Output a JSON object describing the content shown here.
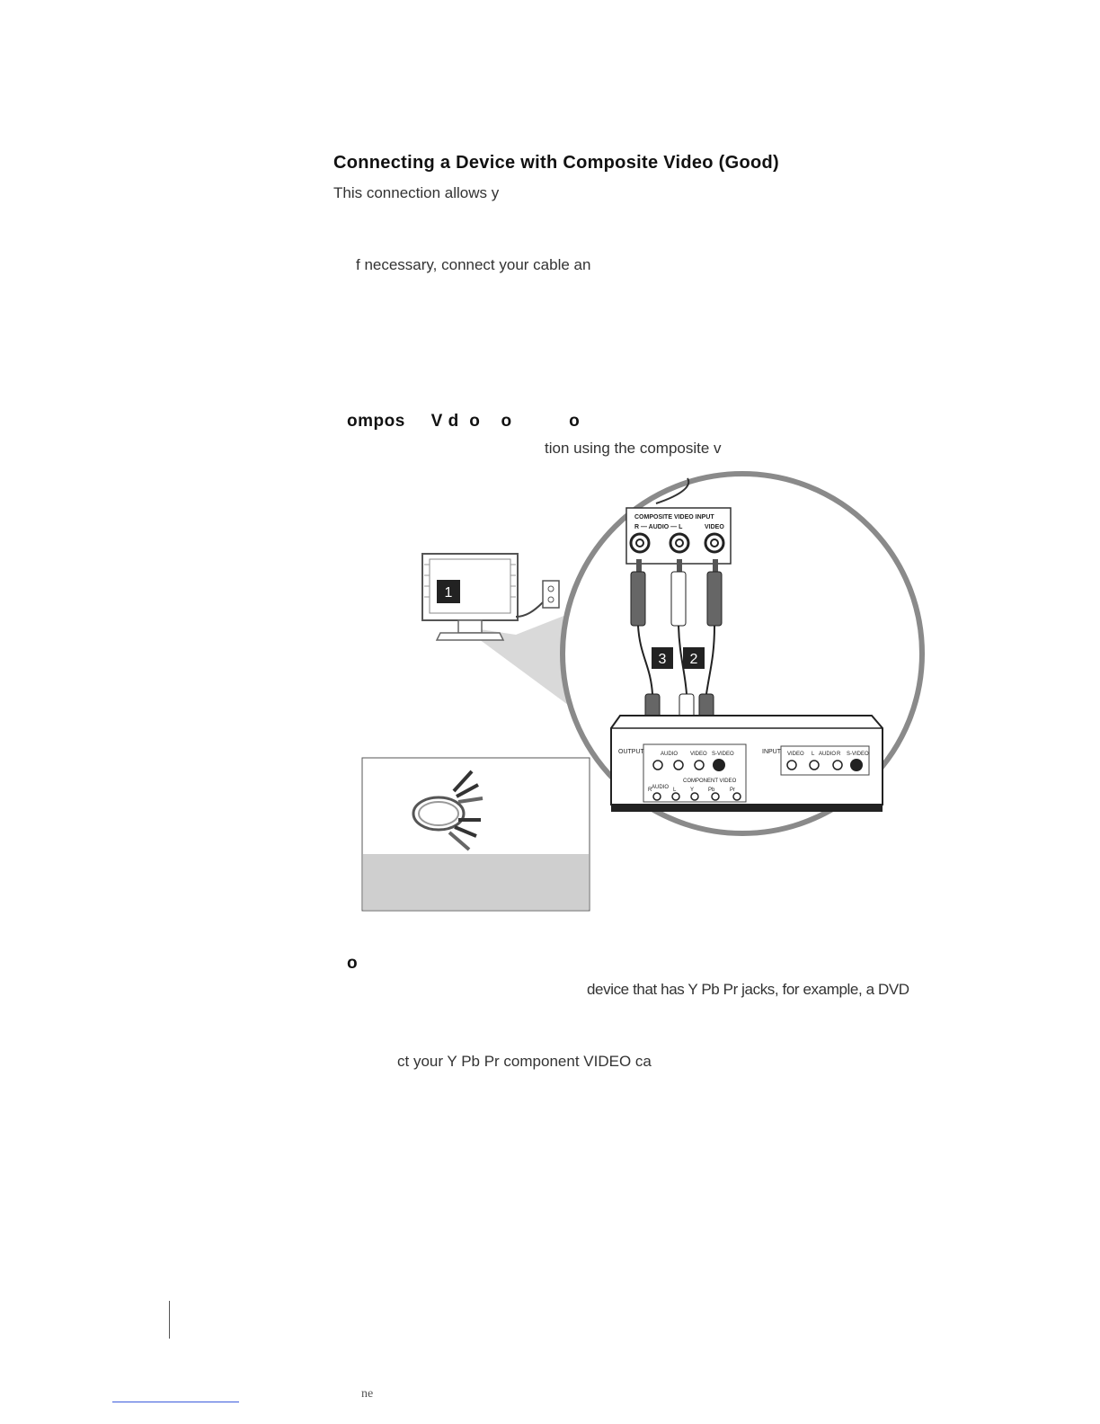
{
  "heading": "Connecting a Device with Composite Video (Good)",
  "intro_fragment": "This connection allows y",
  "step1_fragment": "f necessary, connect your cable an",
  "subheading1": "ompos     V d  o    o           o",
  "subtext1": "tion using the composite v",
  "figure": {
    "panel_title": "COMPOSITE VIDEO INPUT",
    "panel_audio_label": "R — AUDIO — L",
    "panel_video_label": "VIDEO",
    "callout_1": "1",
    "callout_2": "2",
    "callout_3": "3",
    "output_label": "OUTPUT",
    "out_audio": "AUDIO",
    "out_video": "VIDEO",
    "out_svideo": "S-VIDEO",
    "component_label": "COMPONENT VIDEO",
    "comp_audio": "AUDIO",
    "comp_r": "R",
    "comp_l": "L",
    "comp_y": "Y",
    "comp_pb": "Pb",
    "comp_pr": "Pr",
    "input_label": "INPUT",
    "in_video": "VIDEO",
    "in_l": "L",
    "in_audio": "AUDIO",
    "in_r": "R",
    "in_svideo": "S-VIDEO"
  },
  "subheading2": "o",
  "subtext2": "device that has Y Pb Pr jacks, for example, a DVD",
  "step2_fragment": "ct your Y Pb Pr component VIDEO ca",
  "footer_text": "ne"
}
